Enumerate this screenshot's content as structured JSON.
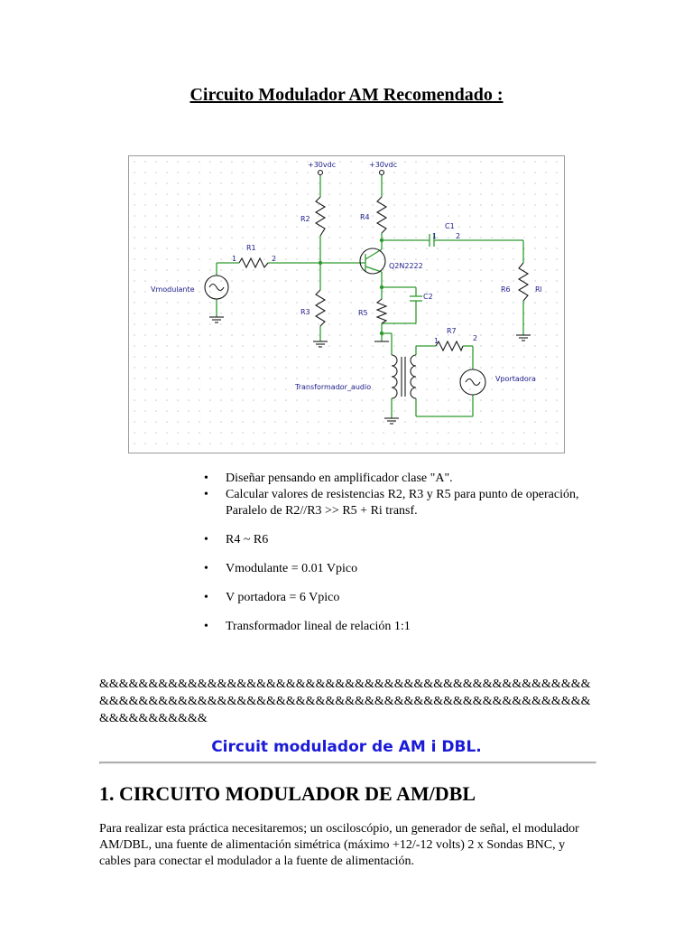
{
  "title": "Circuito Modulador AM Recomendado :",
  "schematic": {
    "supply_left": "+30vdc",
    "supply_right": "+30vdc",
    "r1": "R1",
    "r2": "R2",
    "r3": "R3",
    "r4": "R4",
    "r5": "R5",
    "r6": "R6",
    "r7": "R7",
    "rl": "Rl",
    "c1": "C1",
    "c2": "C2",
    "transistor": "Q2N2222",
    "vmod": "Vmodulante",
    "vport": "Vportadora",
    "transformer": "Transformador_audio",
    "pin1": "1",
    "pin2": "2"
  },
  "bullets": [
    "Diseñar pensando en amplificador clase \"A\".",
    "Calcular valores de resistencias R2, R3 y R5 para punto de operación, Paralelo de R2//R3 >> R5 + Ri transf.",
    "R4 ~ R6",
    "Vmodulante = 0.01 Vpico",
    "V portadora = 6 Vpico",
    "Transformador lineal de relación 1:1"
  ],
  "separator_text": "&&&&&&&&&&&&&&&&&&&&&&&&&&&&&&&&&&&&&&&&&&&&&&&&&&&&&&&&&&&&&&&&&&&&&&&&&&&&&&&&&&&&&&&&&&&&&&&&&&&&&&&&&&&&&&&",
  "blue_heading": "Circuit modulador de AM i DBL.",
  "section_heading": "1. CIRCUITO MODULADOR DE AM/DBL",
  "paragraph": "Para realizar esta práctica necesitaremos; un osciloscópio, un generador de señal, el modulador AM/DBL, una fuente de alimentación simétrica (máximo +12/-12 volts) 2 x Sondas BNC, y cables para conectar el modulador a la fuente de alimentación.",
  "colors": {
    "wire": "#2e9a2e",
    "label": "#1a1a8a",
    "heading_blue": "#1a1ad8",
    "grid_dot": "#c8c8c8"
  }
}
